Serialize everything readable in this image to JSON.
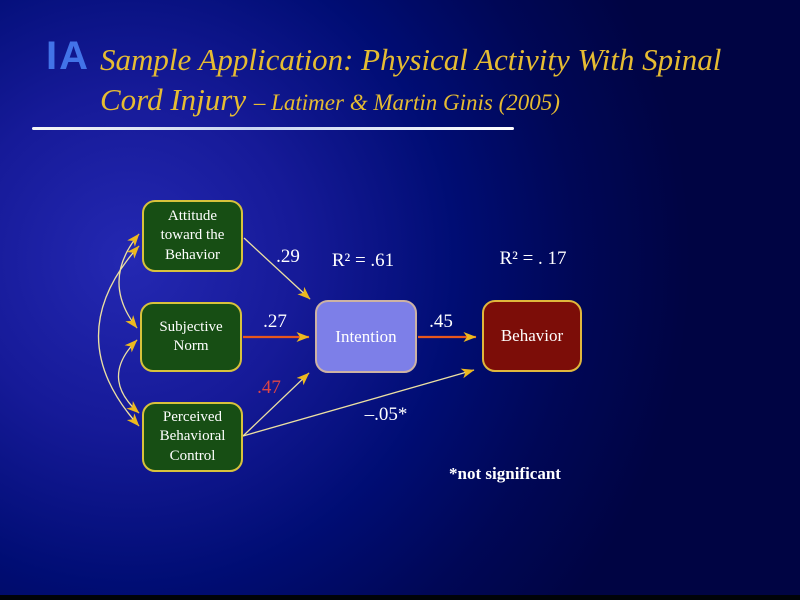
{
  "slide": {
    "logo_text": "IA",
    "title_line1": "Sample Application: Physical Activity With Spinal",
    "title_line2_main": "Cord Injury ",
    "title_line2_sub": "– Latimer & Martin Ginis (2005)"
  },
  "diagram": {
    "boxes": [
      {
        "id": "attitude",
        "label": "Attitude toward the Behavior"
      },
      {
        "id": "subjective-norm",
        "label": "Subjective Norm"
      },
      {
        "id": "perceived-behavioral-control",
        "label": "Perceived Behavioral Control"
      },
      {
        "id": "intention",
        "label": "Intention"
      },
      {
        "id": "behavior",
        "label": "Behavior"
      }
    ],
    "paths": [
      {
        "from": "attitude",
        "to": "intention",
        "coef": ".29"
      },
      {
        "from": "subjective-norm",
        "to": "intention",
        "coef": ".27"
      },
      {
        "from": "perceived-behavioral-control",
        "to": "intention",
        "coef": ".47"
      },
      {
        "from": "intention",
        "to": "behavior",
        "coef": ".45"
      },
      {
        "from": "perceived-behavioral-control",
        "to": "behavior",
        "coef": "–.05*"
      }
    ],
    "covariances": [
      {
        "between": [
          "attitude",
          "subjective-norm"
        ]
      },
      {
        "between": [
          "subjective-norm",
          "perceived-behavioral-control"
        ]
      },
      {
        "between": [
          "attitude",
          "perceived-behavioral-control"
        ]
      }
    ],
    "r2_intention": "R² = .61",
    "r2_behavior": "R² = . 17",
    "note": "*not significant"
  },
  "colors": {
    "background_navy": "#000443",
    "background_highlight": "#2428b2",
    "box_green": "#174e14",
    "box_intention_fill": "#7d7fe8",
    "box_intention_border": "#cdb2a4",
    "box_behavior_fill": "#7c0d08",
    "border_gold": "#d8c23c",
    "arrowhead_gold": "#edb91f",
    "arrow_pale_yellow": "#ece0a2",
    "arrow_orange": "#e8571c",
    "coef_red": "#e04545",
    "title_gold": "#e6bc32",
    "logo_blue": "#4273e8"
  }
}
